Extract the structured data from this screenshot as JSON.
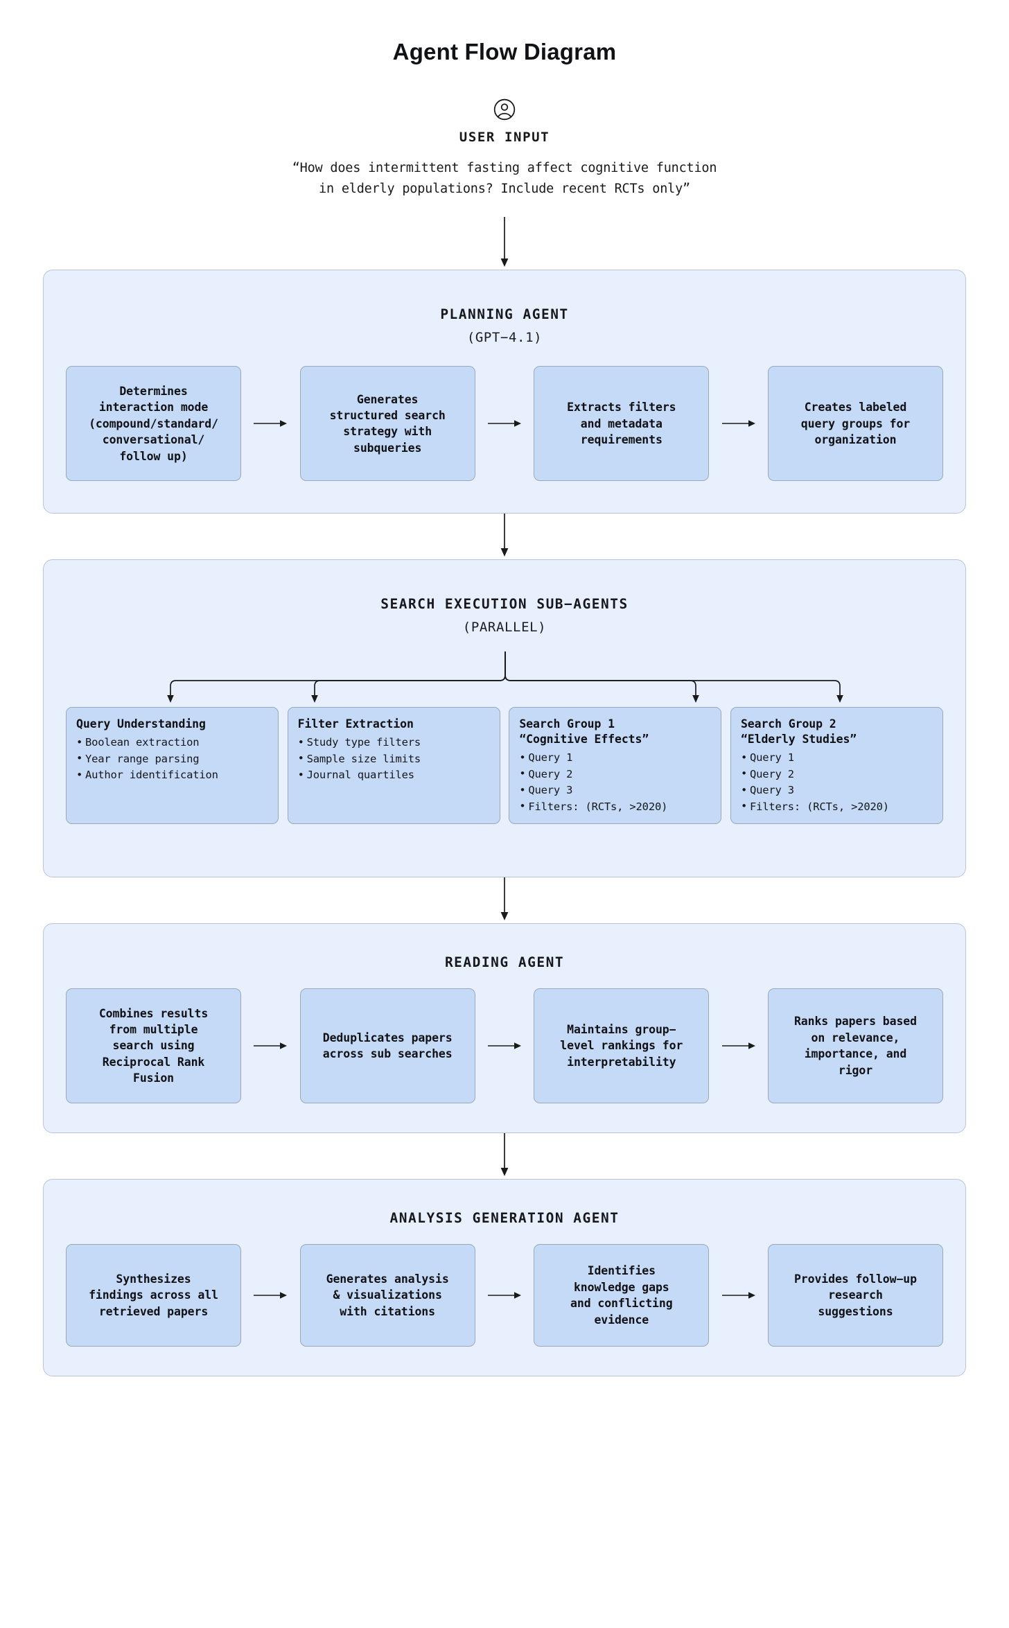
{
  "title": "Agent Flow Diagram",
  "colors": {
    "page_bg": "#ffffff",
    "panel_bg": "#e8f0fd",
    "panel_border": "#b9c4d6",
    "box_bg": "#c5daf7",
    "box_border": "#9aa8bd",
    "text": "#18181b",
    "connector": "#1a1a1a"
  },
  "user_input": {
    "icon": "user-circle-icon",
    "label": "USER INPUT",
    "quote": "“How does intermittent fasting affect cognitive function\nin elderly populations? Include recent RCTs only”"
  },
  "stages": [
    {
      "id": "planning-agent",
      "title": "PLANNING AGENT",
      "subtitle": "(GPT−4.1)",
      "layout": "sequence",
      "steps": [
        "Determines\ninteraction mode\n(compound/standard/\nconversational/\nfollow up)",
        "Generates\nstructured search\nstrategy with\nsubqueries",
        "Extracts filters\nand metadata\nrequirements",
        "Creates labeled\nquery groups for\norganization"
      ]
    },
    {
      "id": "search-execution-sub-agents",
      "title": "SEARCH EXECUTION SUB−AGENTS",
      "subtitle": "(PARALLEL)",
      "layout": "parallel",
      "branches": [
        {
          "heading": "Query Understanding",
          "items": [
            "Boolean extraction",
            "Year range parsing",
            "Author identification"
          ]
        },
        {
          "heading": "Filter Extraction",
          "items": [
            "Study type filters",
            "Sample size limits",
            "Journal quartiles"
          ]
        },
        {
          "heading": "Search Group 1\n“Cognitive Effects”",
          "items": [
            "Query 1",
            "Query 2",
            "Query 3",
            "Filters: (RCTs, >2020)"
          ]
        },
        {
          "heading": "Search Group 2\n“Elderly Studies”",
          "items": [
            "Query 1",
            "Query 2",
            "Query 3",
            "Filters: (RCTs, >2020)"
          ]
        }
      ]
    },
    {
      "id": "reading-agent",
      "title": "READING AGENT",
      "subtitle": "",
      "layout": "sequence",
      "steps": [
        "Combines results\nfrom multiple\nsearch using\nReciprocal Rank\nFusion",
        "Deduplicates papers\nacross sub searches",
        "Maintains group−\nlevel rankings for\ninterpretability",
        "Ranks papers based\non relevance,\nimportance, and\nrigor"
      ]
    },
    {
      "id": "analysis-generation-agent",
      "title": "ANALYSIS GENERATION AGENT",
      "subtitle": "",
      "layout": "sequence",
      "steps": [
        "Synthesizes\nfindings across all\nretrieved papers",
        "Generates analysis\n& visualizations\nwith citations",
        "Identifies\nknowledge gaps\nand conflicting\nevidence",
        "Provides follow−up\nresearch\nsuggestions"
      ]
    }
  ]
}
